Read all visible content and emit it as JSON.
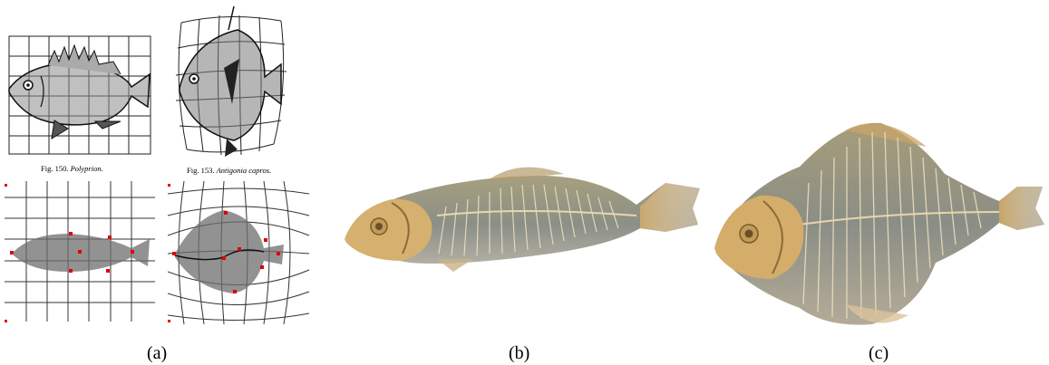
{
  "figure": {
    "panel_a": {
      "label": "(a)",
      "top_left_caption": {
        "fig": "Fig. 150.",
        "name": "Polyprion."
      },
      "top_right_caption": {
        "fig": "Fig. 153.",
        "name": "Antigonia capros."
      }
    },
    "panel_b": {
      "label": "(b)"
    },
    "panel_c": {
      "label": "(c)"
    }
  }
}
